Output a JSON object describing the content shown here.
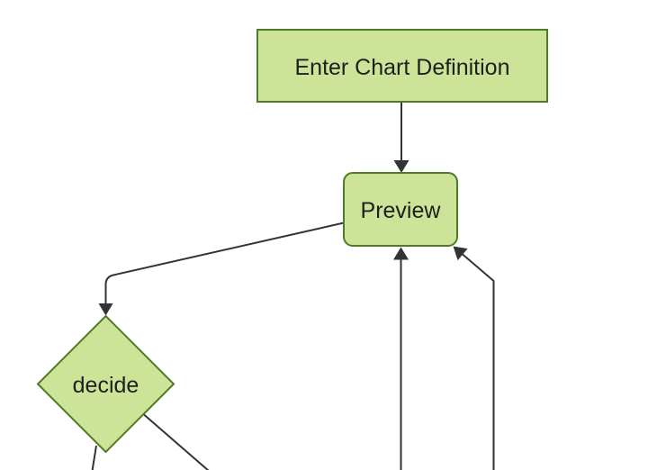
{
  "diagram": {
    "type": "flowchart",
    "direction": "top-down",
    "nodes": [
      {
        "id": "enter-chart-definition",
        "label": "Enter Chart Definition",
        "shape": "rectangle"
      },
      {
        "id": "preview",
        "label": "Preview",
        "shape": "rounded-rectangle"
      },
      {
        "id": "decide",
        "label": "decide",
        "shape": "diamond"
      }
    ],
    "edges": [
      {
        "from": "enter-chart-definition",
        "to": "preview",
        "arrow": true
      },
      {
        "from": "preview",
        "to": "decide",
        "arrow": true
      },
      {
        "from": "offscreen-bottom",
        "to": "preview",
        "arrow": true
      },
      {
        "from": "offscreen-bottom-right",
        "to": "preview",
        "arrow": true
      },
      {
        "from": "decide",
        "to": "offscreen-bottom-left",
        "arrow": false
      },
      {
        "from": "decide",
        "to": "offscreen-bottom-right",
        "arrow": false
      }
    ]
  },
  "colors": {
    "node_fill": "#cde498",
    "node_border": "#4f7a28",
    "edge": "#333333",
    "text": "#1f1f1f",
    "background": "#ffffff"
  }
}
